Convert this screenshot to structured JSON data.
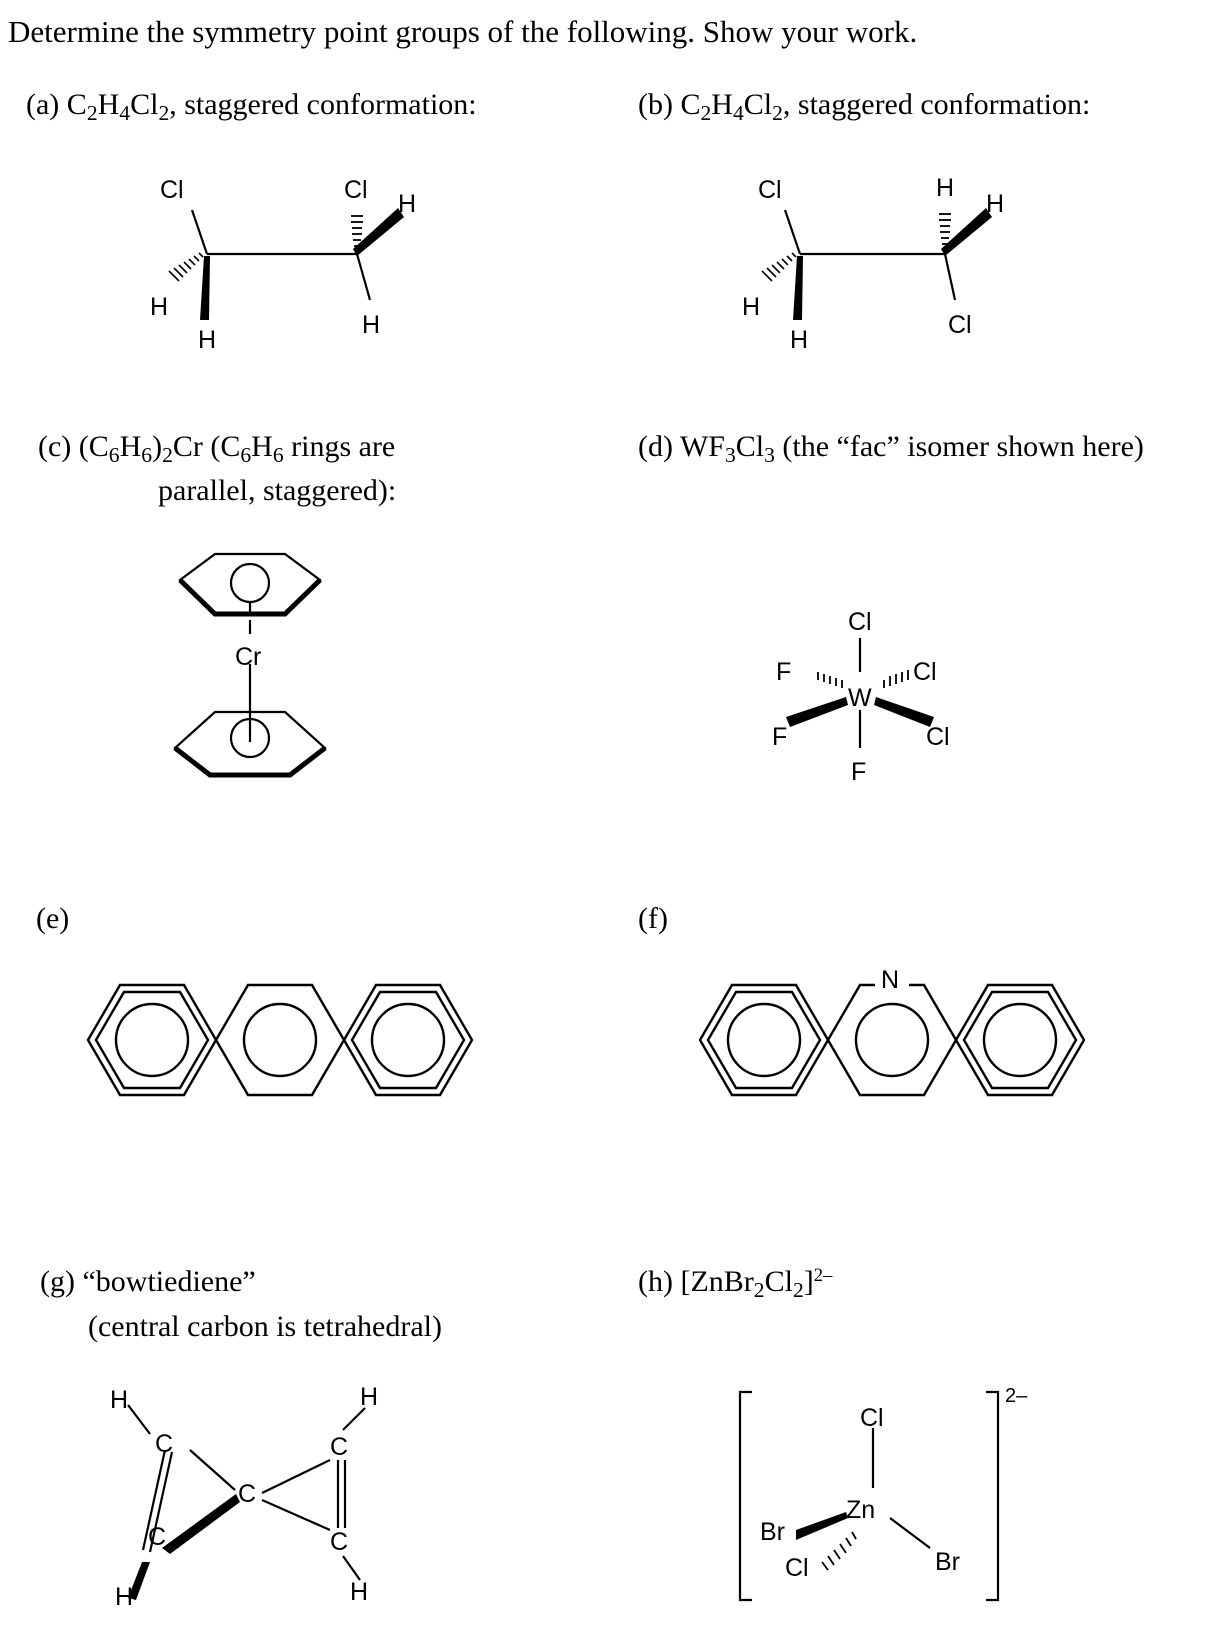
{
  "prompt": "Determine the symmetry point groups of the following. Show your work.",
  "problems": {
    "a": {
      "label_prefix": "(a) C",
      "label_suffix": ", staggered conformation:",
      "atoms": {
        "cl_left": "Cl",
        "cl_right": "Cl",
        "h_upper_right": "H",
        "h_left": "H",
        "h_bottom_left": "H",
        "h_bottom_right": "H"
      }
    },
    "b": {
      "label_prefix": "(b) C",
      "label_suffix": ", staggered conformation:",
      "atoms": {
        "cl_left": "Cl",
        "h_top": "H",
        "h_upper_right": "H",
        "h_left": "H",
        "h_bottom_left": "H",
        "cl_bottom": "Cl"
      }
    },
    "c": {
      "label_prefix": "(c)  (C",
      "label_mid": "Cr (C",
      "label_suffix": " rings are",
      "label_line2": "parallel, staggered):",
      "atoms": {
        "metal": "Cr"
      }
    },
    "d": {
      "label_prefix": "(d)  WF",
      "label_suffix": " (the “fac” isomer shown here)",
      "atoms": {
        "center": "W",
        "cl_top": "Cl",
        "cl_right": "Cl",
        "cl_lower_right": "Cl",
        "f_left": "F",
        "f_lower_left": "F",
        "f_bottom": "F"
      }
    },
    "e": {
      "label": "(e)"
    },
    "f": {
      "label": "(f)",
      "atoms": {
        "nitrogen": "N"
      }
    },
    "g": {
      "label_line1": "(g) “bowtiediene”",
      "label_line2": "(central carbon is tetrahedral)",
      "atoms": {
        "h_top_left": "H",
        "c_upper_left": "C",
        "c_center": "C",
        "c_lower_left": "C",
        "h_bottom_left": "H",
        "h_top_right": "H",
        "c_upper_right": "C",
        "c_lower_right": "C",
        "h_bottom_right": "H"
      }
    },
    "h": {
      "label_prefix": "(h)  [ZnBr",
      "label_charge": "2–",
      "charge": "2–",
      "atoms": {
        "center": "Zn",
        "cl_top": "Cl",
        "br_left": "Br",
        "cl_lower_left": "Cl",
        "br_right": "Br"
      }
    }
  },
  "formula": {
    "c": "C",
    "h": "H",
    "cl": "Cl",
    "two": "2",
    "three": "3",
    "four": "4",
    "six": "6"
  }
}
